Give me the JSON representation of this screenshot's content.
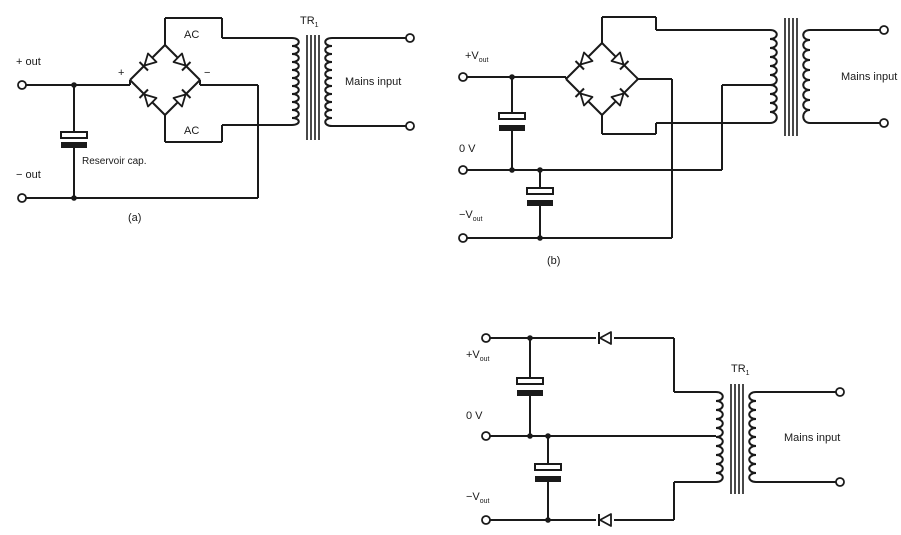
{
  "circuit_a": {
    "plus_out": "+ out",
    "minus_out": "− out",
    "plus_sign": "+",
    "minus_sign": "−",
    "ac_top": "AC",
    "ac_bottom": "AC",
    "transformer": "TR",
    "transformer_sub": "1",
    "reservoir": "Reservoir cap.",
    "mains": "Mains input",
    "caption": "(a)"
  },
  "circuit_b": {
    "plus_v": "+V",
    "plus_v_sub": "out",
    "zero_v": "0 V",
    "minus_v": "−V",
    "minus_v_sub": "out",
    "mains": "Mains input",
    "caption": "(b)"
  },
  "circuit_c": {
    "plus_v": "+V",
    "plus_v_sub": "out",
    "zero_v": "0 V",
    "minus_v": "−V",
    "minus_v_sub": "out",
    "transformer": "TR",
    "transformer_sub": "1",
    "mains": "Mains input"
  }
}
